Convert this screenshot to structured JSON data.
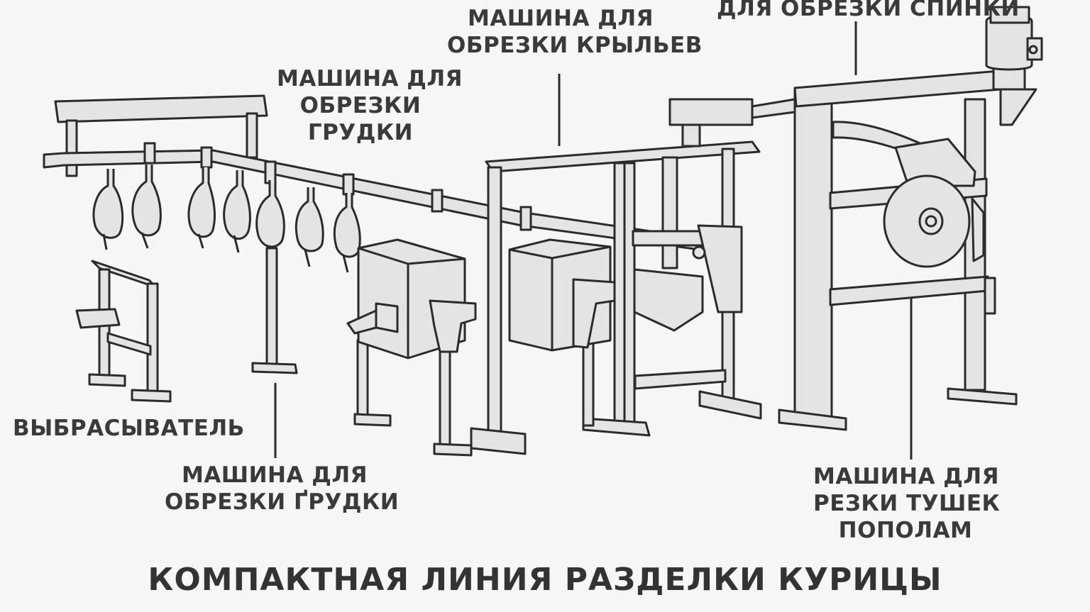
{
  "labels": {
    "back_trimmer": "ДЛЯ ОБРЕЗКИ СПИНКИ",
    "wing_trimmer": [
      "МАШИНА ДЛЯ",
      "ОБРЕЗКИ КРЫЛЬЕВ"
    ],
    "breast_trimmer_top": [
      "МАШИНА ДЛЯ",
      "ОБРЕЗКИ",
      "ГРУДКИ"
    ],
    "ejector": "ВЫБРАСЫВАТЕЛЬ",
    "breast_trimmer_bottom": [
      "МАШИНА ДЛЯ",
      "ОБРЕЗКИ ҐРУДКИ"
    ],
    "halving_machine": [
      "МАШИНА ДЛЯ",
      "РЕЗКИ ТУШЕК",
      "ПОПОЛАМ"
    ]
  },
  "title": "КОМПАКТНАЯ ЛИНИЯ РАЗДЕЛКИ КУРИЦЫ",
  "colors": {
    "line": "#2b2b2b",
    "fill": "#e4e4e4",
    "text": "#3a3a3a",
    "background": "#f6f6f6"
  }
}
